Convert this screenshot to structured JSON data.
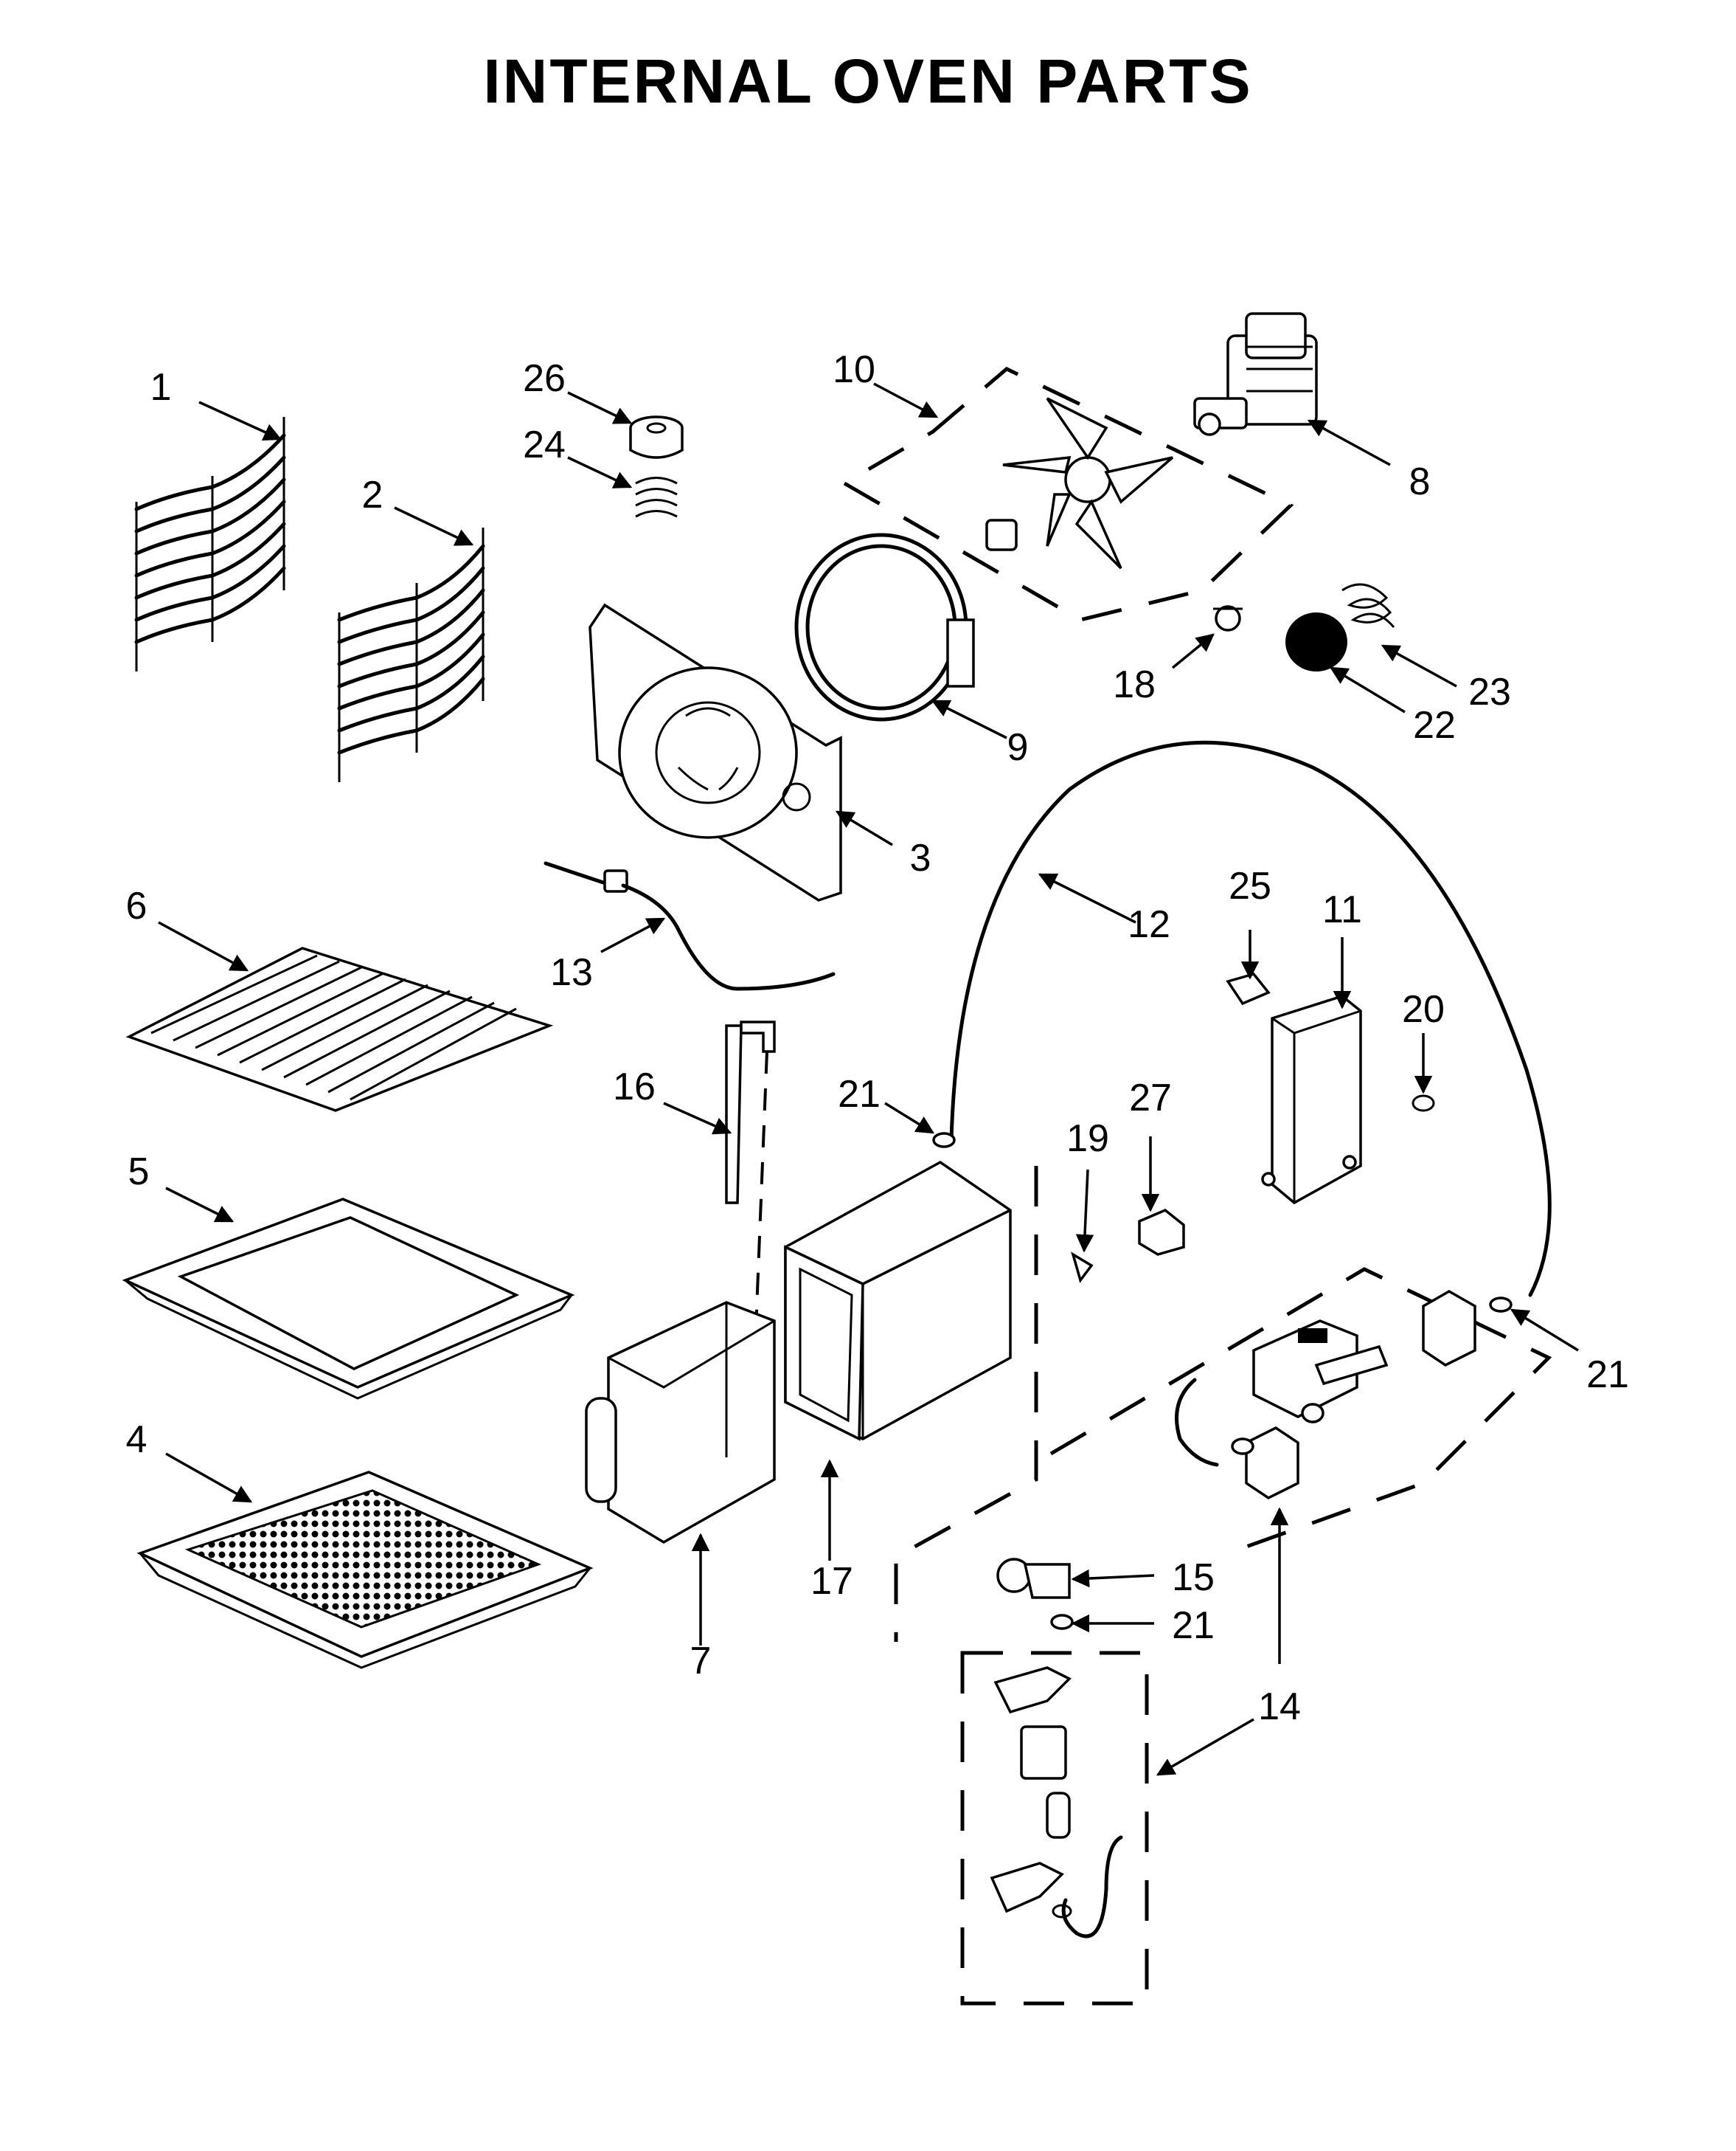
{
  "title": "INTERNAL OVEN PARTS",
  "callouts": [
    {
      "id": "c1",
      "label": "1"
    },
    {
      "id": "c2",
      "label": "2"
    },
    {
      "id": "c26",
      "label": "26"
    },
    {
      "id": "c24",
      "label": "24"
    },
    {
      "id": "c10",
      "label": "10"
    },
    {
      "id": "c8",
      "label": "8"
    },
    {
      "id": "c18",
      "label": "18"
    },
    {
      "id": "c23",
      "label": "23"
    },
    {
      "id": "c22",
      "label": "22"
    },
    {
      "id": "c9",
      "label": "9"
    },
    {
      "id": "c3",
      "label": "3"
    },
    {
      "id": "c6",
      "label": "6"
    },
    {
      "id": "c13",
      "label": "13"
    },
    {
      "id": "c12",
      "label": "12"
    },
    {
      "id": "c25",
      "label": "25"
    },
    {
      "id": "c11",
      "label": "11"
    },
    {
      "id": "c20",
      "label": "20"
    },
    {
      "id": "c16",
      "label": "16"
    },
    {
      "id": "c21a",
      "label": "21"
    },
    {
      "id": "c19",
      "label": "19"
    },
    {
      "id": "c27",
      "label": "27"
    },
    {
      "id": "c5",
      "label": "5"
    },
    {
      "id": "c21b",
      "label": "21"
    },
    {
      "id": "c4",
      "label": "4"
    },
    {
      "id": "c17",
      "label": "17"
    },
    {
      "id": "c7",
      "label": "7"
    },
    {
      "id": "c15",
      "label": "15"
    },
    {
      "id": "c21c",
      "label": "21"
    },
    {
      "id": "c14",
      "label": "14"
    }
  ]
}
